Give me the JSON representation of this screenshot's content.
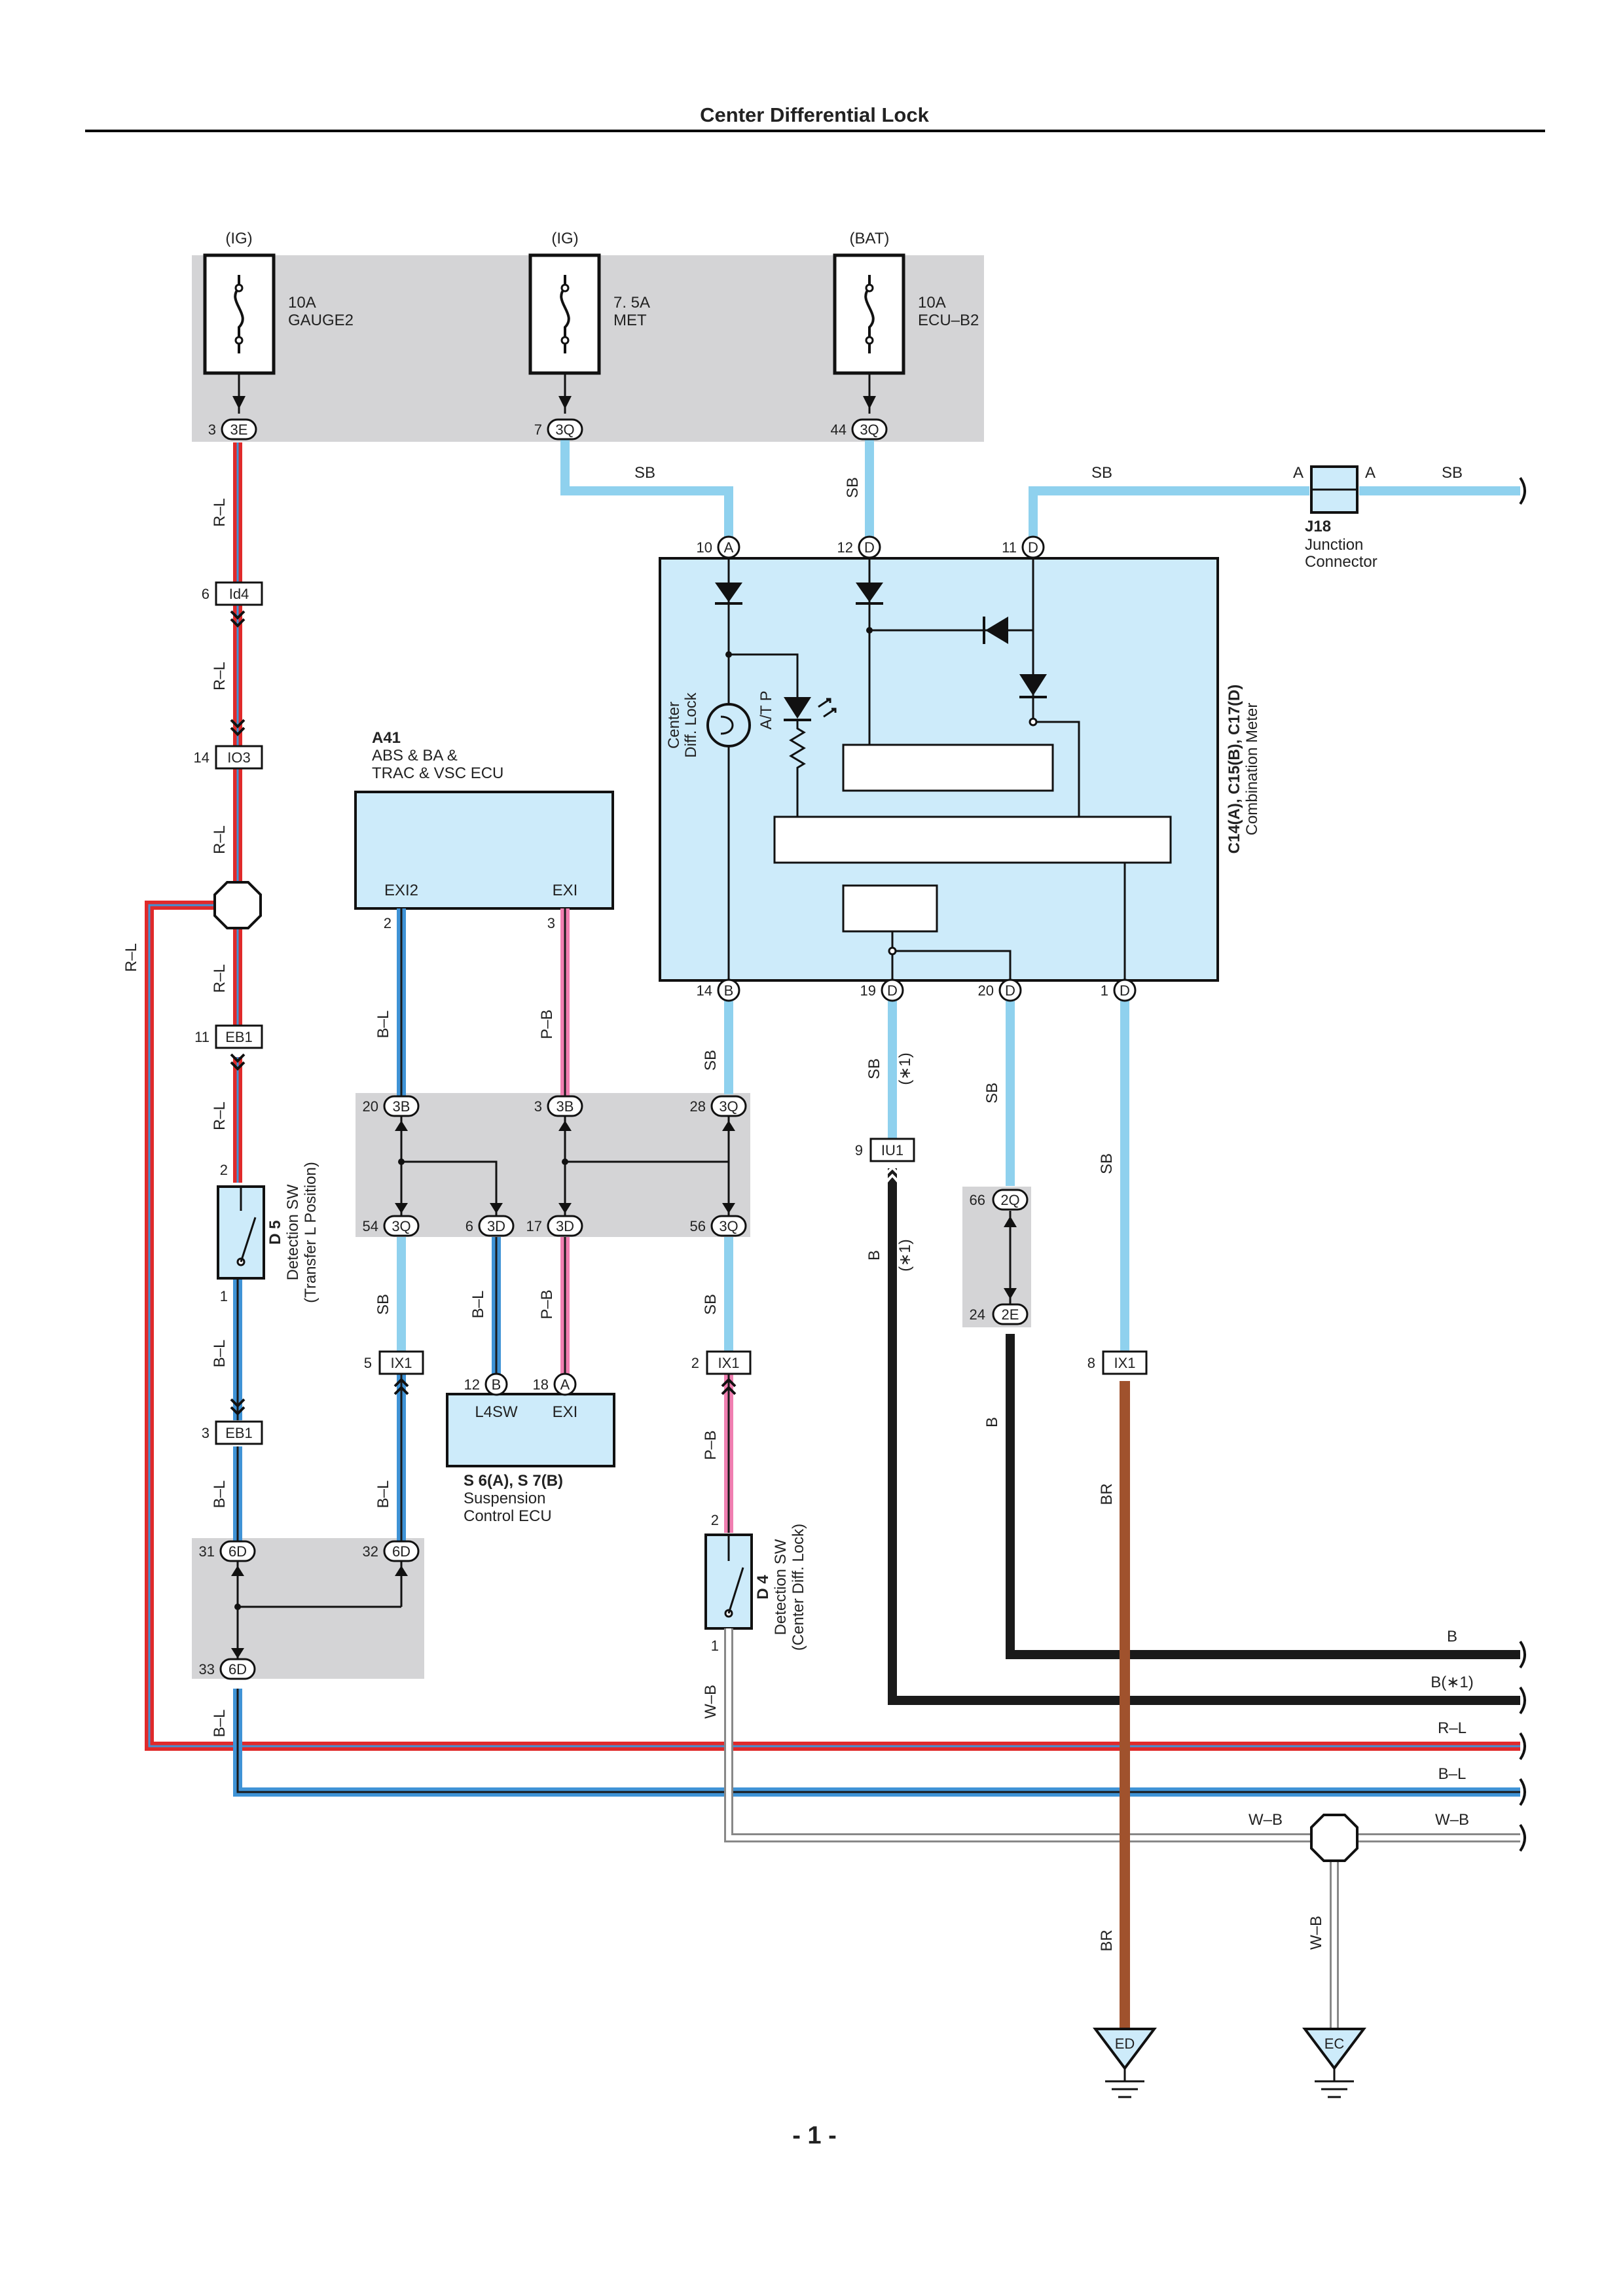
{
  "header": {
    "title": "Center Differential Lock"
  },
  "footer": {
    "page": "- 1 -"
  },
  "fuses": [
    {
      "source": "(IG)",
      "amp": "10A",
      "name": "GAUGE2",
      "pin": "3",
      "conn": "3E"
    },
    {
      "source": "(IG)",
      "amp": "7. 5A",
      "name": "MET",
      "pin": "7",
      "conn": "3Q"
    },
    {
      "source": "(BAT)",
      "amp": "10A",
      "name": "ECU–B2",
      "pin": "44",
      "conn": "3Q"
    }
  ],
  "components": {
    "a41": {
      "code": "A41",
      "line1": "ABS & BA &",
      "line2": "TRAC & VSC ECU",
      "pin_exi2": "EXI2",
      "pin_exi": "EXI",
      "num_exi2": "2",
      "num_exi": "3"
    },
    "meter": {
      "code": "C14(A), C15(B), C17(D)",
      "name": "Combination Meter",
      "label_lock1": "Center",
      "label_lock2": "Diff.  Lock",
      "label_atp": "A/T P"
    },
    "j18": {
      "code": "J18",
      "line1": "Junction",
      "line2": "Connector",
      "pin": "A"
    },
    "d5": {
      "code": "D 5",
      "line1": "Detection SW",
      "line2": "(Transfer L Position)",
      "pin_top": "2",
      "pin_bottom": "1"
    },
    "d4": {
      "code": "D 4",
      "line1": "Detection SW",
      "line2": "(Center Diff.  Lock)",
      "pin_top": "2",
      "pin_bottom": "1"
    },
    "suspension": {
      "code": "S 6(A), S 7(B)",
      "line1": "Suspension",
      "line2": "Control ECU",
      "pin_l4sw": "L4SW",
      "pin_exi": "EXI",
      "num_l4sw": "12",
      "conn_l4sw": "B",
      "num_exi": "18",
      "conn_exi": "A"
    }
  },
  "meter_pins": [
    {
      "num": "10",
      "conn": "A"
    },
    {
      "num": "12",
      "conn": "D"
    },
    {
      "num": "11",
      "conn": "D"
    },
    {
      "num": "14",
      "conn": "B"
    },
    {
      "num": "19",
      "conn": "D"
    },
    {
      "num": "20",
      "conn": "D"
    },
    {
      "num": "1",
      "conn": "D"
    }
  ],
  "connectors": [
    {
      "num": "6",
      "id": "Id4"
    },
    {
      "num": "14",
      "id": "IO3"
    },
    {
      "num": "11",
      "id": "EB1"
    },
    {
      "num": "3",
      "id": "EB1"
    },
    {
      "num": "5",
      "id": "IX1"
    },
    {
      "num": "2",
      "id": "IX1"
    },
    {
      "num": "9",
      "id": "IU1"
    },
    {
      "num": "8",
      "id": "IX1"
    }
  ],
  "junction_pins": [
    {
      "num": "20",
      "conn": "3B"
    },
    {
      "num": "3",
      "conn": "3B"
    },
    {
      "num": "28",
      "conn": "3Q"
    },
    {
      "num": "54",
      "conn": "3Q"
    },
    {
      "num": "6",
      "conn": "3D"
    },
    {
      "num": "17",
      "conn": "3D"
    },
    {
      "num": "56",
      "conn": "3Q"
    },
    {
      "num": "66",
      "conn": "2Q"
    },
    {
      "num": "24",
      "conn": "2E"
    },
    {
      "num": "31",
      "conn": "6D"
    },
    {
      "num": "32",
      "conn": "6D"
    },
    {
      "num": "33",
      "conn": "6D"
    }
  ],
  "wire_labels": {
    "sb": "SB",
    "rl": "R–L",
    "bl": "B–L",
    "pb": "P–B",
    "wb": "W–B",
    "b": "B",
    "br": "BR",
    "star1": "(∗1)",
    "b_star1": "B(∗1)"
  },
  "grounds": [
    {
      "name": "ED"
    },
    {
      "name": "EC"
    }
  ],
  "colors": {
    "sb": "#8fd1ee",
    "red": "#e02a2a",
    "blue": "#3f93d6",
    "pink": "#f07fb1",
    "brown": "#a0522d",
    "black": "#1a1a1a",
    "panel": "#d4d4d6",
    "component": "#cdebfa"
  }
}
